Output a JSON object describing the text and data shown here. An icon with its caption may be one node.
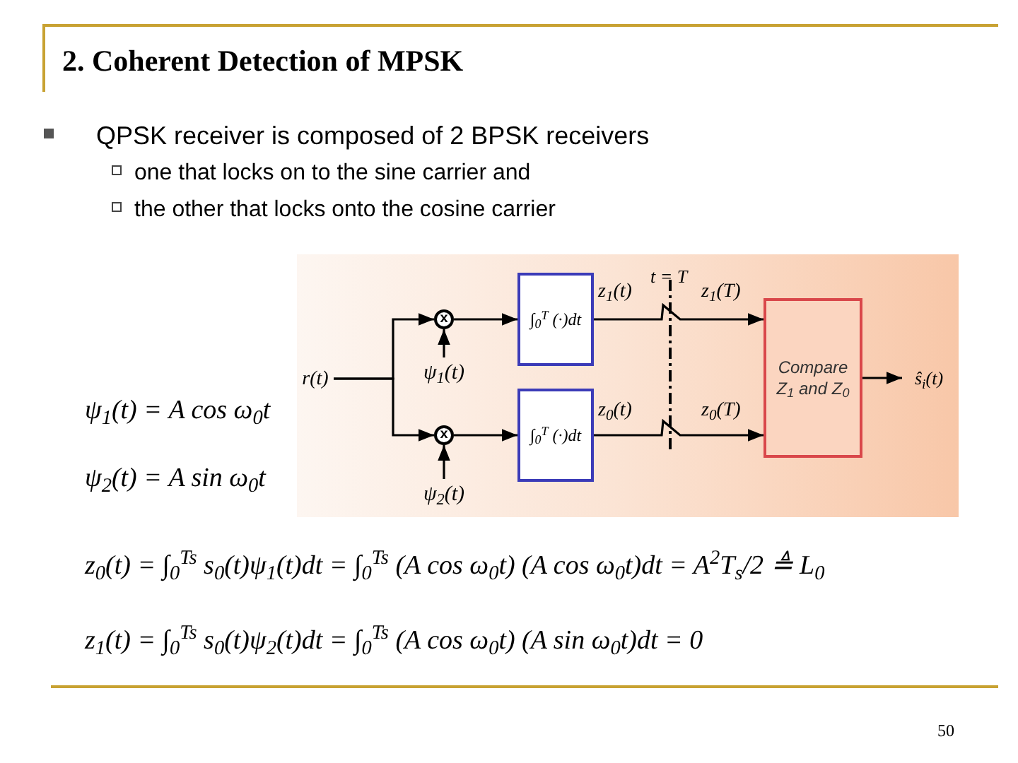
{
  "diagram": {
    "title": "2. Coherent Detection of MPSK",
    "nodes": [
      {
        "text": [
          "r(t)"
        ]
      },
      {
        "text": [
          "x"
        ]
      },
      {
        "text": [
          "x"
        ]
      },
      {
        "text": [
          "ψ$_{1}$(t)"
        ]
      },
      {
        "text": [
          "ψ$_{2}$(t)"
        ]
      },
      {
        "text": [
          "∫$_{0}$$^{T}$ (·)dt"
        ]
      },
      {
        "text": [
          "∫$_{0}$$^{T}$ (·)dt"
        ]
      },
      {
        "text": [
          "Compare Z$_{1}$ and Z$_{0}$"
        ]
      },
      {
        "text": [
          "ŝ$_{i}$(t)"
        ]
      }
    ],
    "edges": [
      {
        "from": 0,
        "to": 1,
        "arrow": "to"
      },
      {
        "from": 0,
        "to": 2,
        "arrow": "to"
      },
      {
        "from": 3,
        "to": 1,
        "arrow": "to"
      },
      {
        "from": 4,
        "to": 2,
        "arrow": "to"
      },
      {
        "from": 1,
        "to": 5,
        "arrow": "to"
      },
      {
        "from": 2,
        "to": 6,
        "arrow": "to"
      },
      {
        "from": 5,
        "to": 7,
        "arrow": "to"
      },
      {
        "from": 6,
        "to": 7,
        "arrow": "to"
      },
      {
        "from": 7,
        "to": 8,
        "arrow": "to"
      }
    ],
    "labels": [
      "QPSK receiver is composed of 2 BPSK receivers",
      "one that locks on to the sine carrier and",
      "the other that locks onto the cosine carrier",
      "t = T",
      "z$_{1}$(t)",
      "z$_{1}$(T)",
      "z$_{0}$(t)",
      "z$_{0}$(T)",
      "ψ$_{1}$(t) = A cos ω$_{0}$t",
      "ψ$_{2}$(t) = A sin ω$_{0}$t",
      "z$_{0}$(t) = ∫$_{0}$$^{Ts}$ s$_{0}$(t)ψ$_{1}$(t)dt = ∫$_{0}$$^{Ts}$ (A cos ω$_{0}$t) (A cos ω$_{0}$t)dt = A$^{2}$T$_{s}$/2 ≜ L$_{0}$",
      "z$_{1}$(t) = ∫$_{0}$$^{Ts}$ s$_{0}$(t)ψ$_{2}$(t)dt = ∫$_{0}$$^{Ts}$ (A cos ω$_{0}$t) (A sin ω$_{0}$t)dt = 0",
      "50"
    ]
  }
}
